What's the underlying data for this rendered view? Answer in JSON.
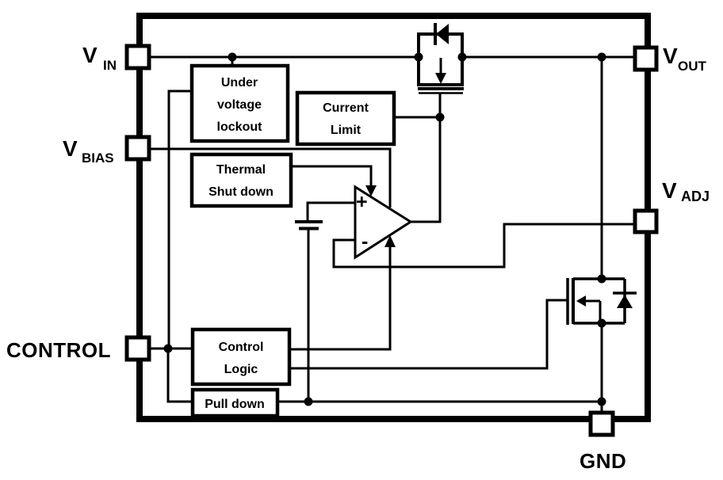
{
  "pins": {
    "vin": {
      "name": "V",
      "sub": "IN"
    },
    "vbias": {
      "name": "V",
      "sub": "BIAS"
    },
    "control": {
      "label": "CONTROL"
    },
    "vout": {
      "name": "V",
      "sub": "OUT"
    },
    "vadj": {
      "name": "V",
      "sub": "ADJ"
    },
    "gnd": {
      "label": "GND"
    }
  },
  "blocks": {
    "uvl": {
      "lines": [
        "Under",
        "voltage",
        "lockout"
      ]
    },
    "current_limit": {
      "lines": [
        "Current",
        "Limit"
      ]
    },
    "thermal": {
      "lines": [
        "Thermal",
        "Shut down"
      ]
    },
    "control_logic": {
      "lines": [
        "Control",
        "Logic"
      ]
    },
    "pull_down": {
      "lines": [
        "Pull down"
      ]
    }
  },
  "opamp": {
    "plus": "+",
    "minus": "-"
  },
  "colors": {
    "background": "#ffffff",
    "ink": "#000000"
  }
}
